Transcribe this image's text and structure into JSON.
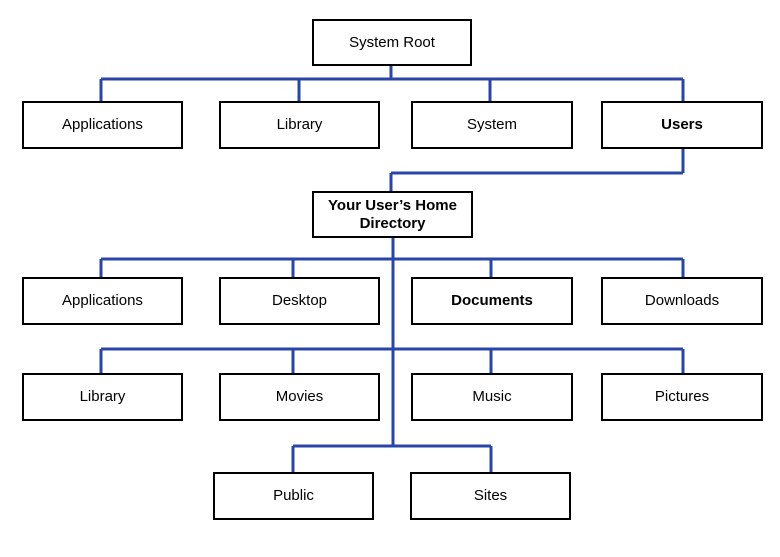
{
  "root": {
    "label": "System Root"
  },
  "level1": [
    {
      "label": "Applications"
    },
    {
      "label": "Library"
    },
    {
      "label": "System"
    },
    {
      "label": "Users"
    }
  ],
  "home": {
    "label": "Your User’s Home Directory"
  },
  "home_children_row1": [
    {
      "label": "Applications"
    },
    {
      "label": "Desktop"
    },
    {
      "label": "Documents"
    },
    {
      "label": "Downloads"
    }
  ],
  "home_children_row2": [
    {
      "label": "Library"
    },
    {
      "label": "Movies"
    },
    {
      "label": "Music"
    },
    {
      "label": "Pictures"
    }
  ],
  "home_children_row3": [
    {
      "label": "Public"
    },
    {
      "label": "Sites"
    }
  ],
  "colors": {
    "connector": "#2a45a8",
    "border": "#000000"
  }
}
